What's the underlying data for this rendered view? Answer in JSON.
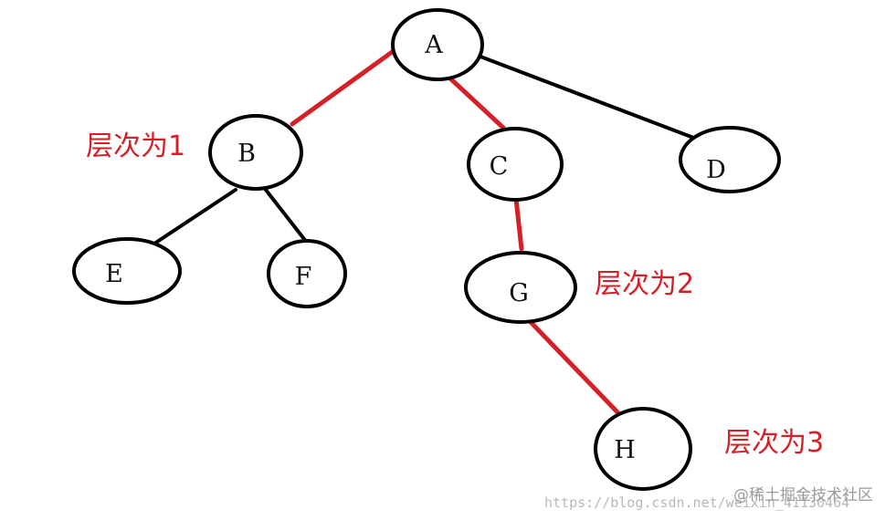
{
  "colors": {
    "node_stroke": "#000000",
    "edge_black": "#000000",
    "edge_highlight": "#d62027",
    "level_label": "#d62027"
  },
  "nodes": [
    {
      "id": "A",
      "label": "A"
    },
    {
      "id": "B",
      "label": "B"
    },
    {
      "id": "C",
      "label": "C"
    },
    {
      "id": "D",
      "label": "D"
    },
    {
      "id": "E",
      "label": "E"
    },
    {
      "id": "F",
      "label": "F"
    },
    {
      "id": "G",
      "label": "G"
    },
    {
      "id": "H",
      "label": "H"
    }
  ],
  "edges": [
    {
      "from": "A",
      "to": "B",
      "highlighted": true
    },
    {
      "from": "A",
      "to": "C",
      "highlighted": true
    },
    {
      "from": "A",
      "to": "D",
      "highlighted": false
    },
    {
      "from": "B",
      "to": "E",
      "highlighted": false
    },
    {
      "from": "B",
      "to": "F",
      "highlighted": false
    },
    {
      "from": "C",
      "to": "G",
      "highlighted": true
    },
    {
      "from": "G",
      "to": "H",
      "highlighted": true
    }
  ],
  "level_labels": [
    "层次为1",
    "层次为2",
    "层次为3"
  ],
  "watermark": {
    "url": "https://blog.csdn.net/weixin_41130464",
    "brand": "@稀土掘金技术社区"
  }
}
